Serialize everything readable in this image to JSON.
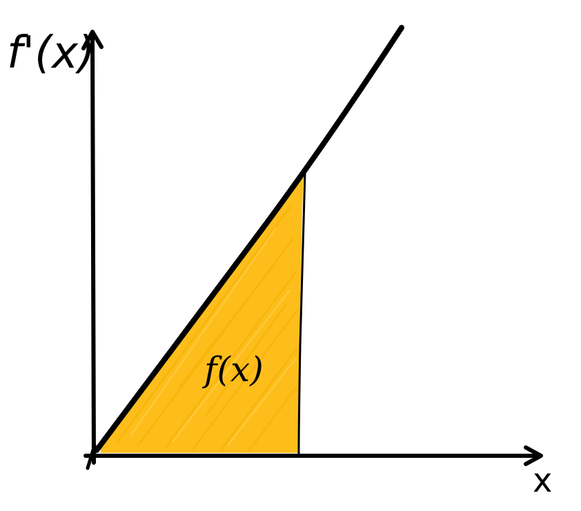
{
  "diagram": {
    "y_axis_label": "f'(x)",
    "x_axis_label": "x",
    "area_label": "f(x)",
    "area_fill_color": "#FDBE1C",
    "ink_color": "#000000",
    "background_color": "#FFFFFF"
  }
}
